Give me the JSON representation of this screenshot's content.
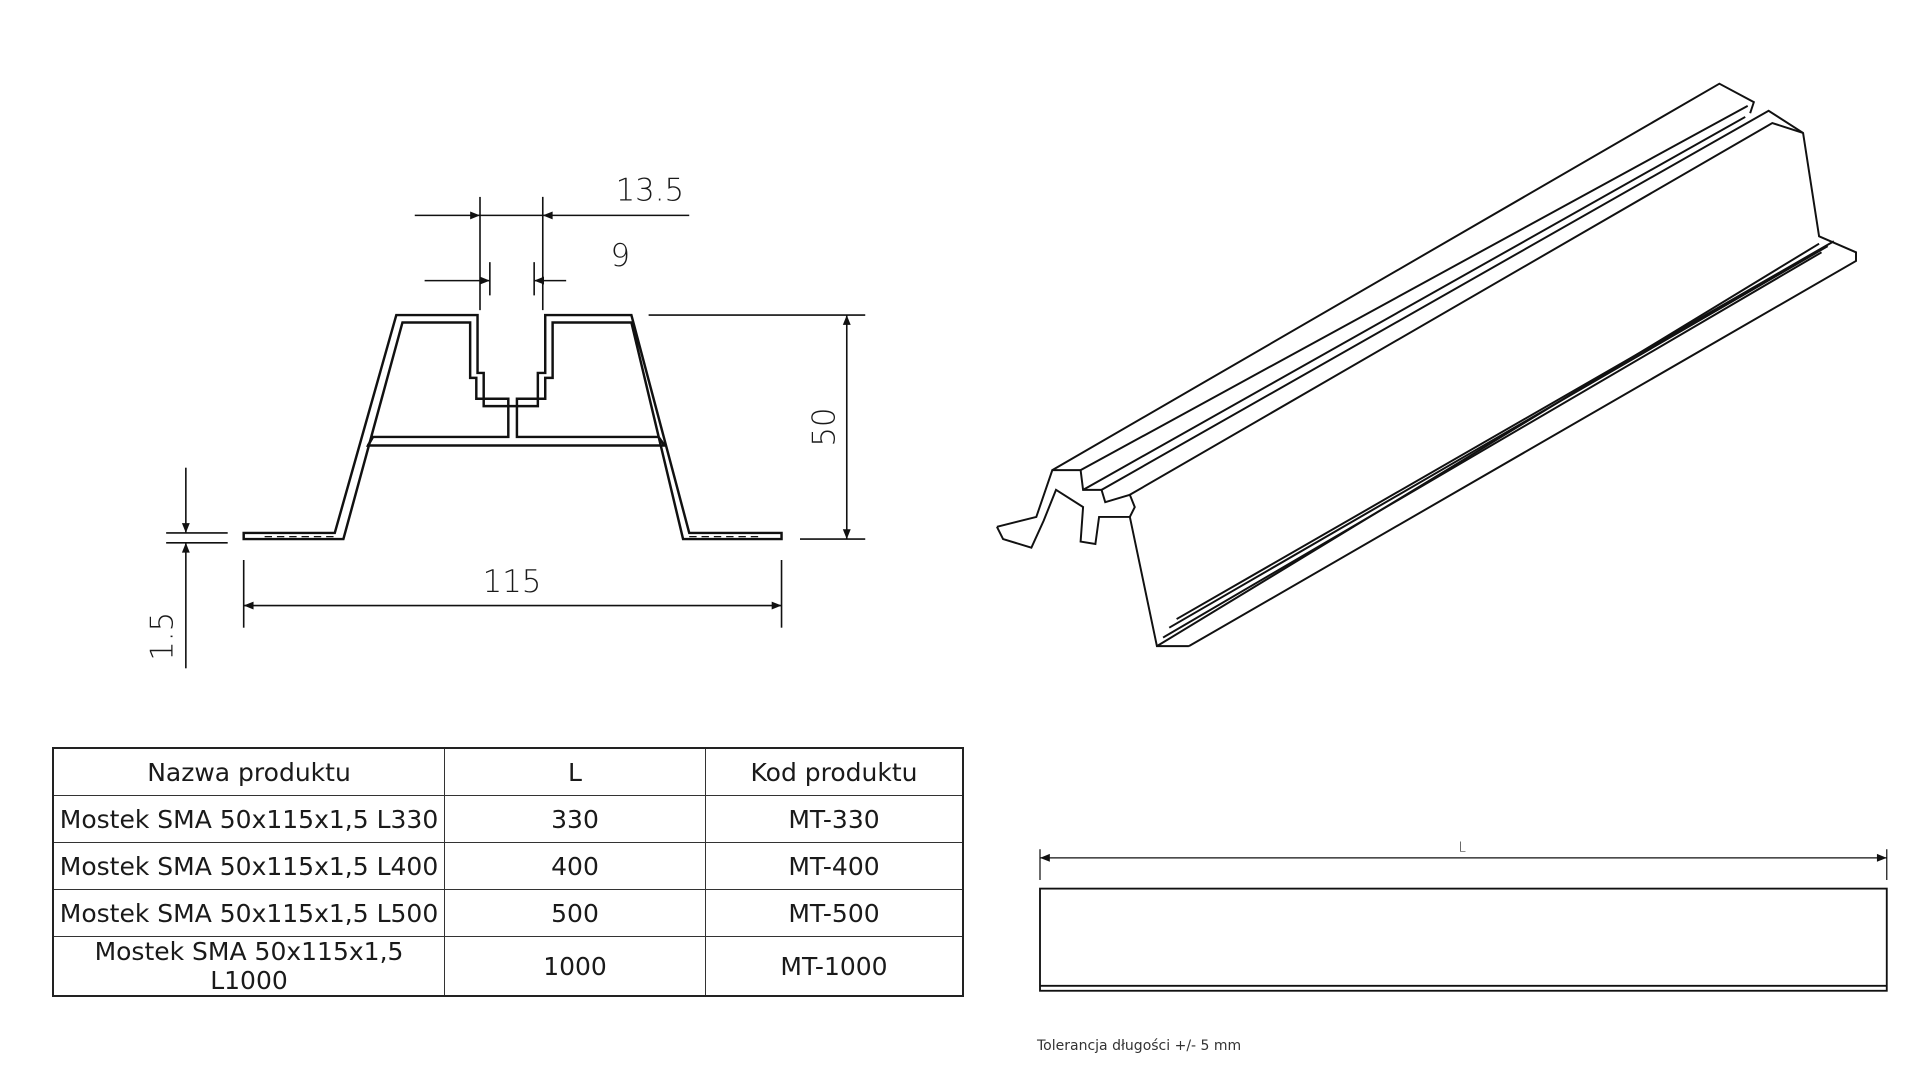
{
  "section": {
    "dims": {
      "top_gap": "13.5",
      "slot": "9",
      "height": "50",
      "width": "115",
      "thickness": "1.5"
    }
  },
  "side_view": {
    "length_label": "L",
    "tolerance_note": "Tolerancja długości +/- 5 mm"
  },
  "table": {
    "headers": [
      "Nazwa produktu",
      "L",
      "Kod produktu"
    ],
    "rows": [
      [
        "Mostek SMA 50x115x1,5 L330",
        "330",
        "MT-330"
      ],
      [
        "Mostek SMA 50x115x1,5 L400",
        "400",
        "MT-400"
      ],
      [
        "Mostek SMA 50x115x1,5 L500",
        "500",
        "MT-500"
      ],
      [
        "Mostek SMA 50x115x1,5 L1000",
        "1000",
        "MT-1000"
      ]
    ]
  }
}
